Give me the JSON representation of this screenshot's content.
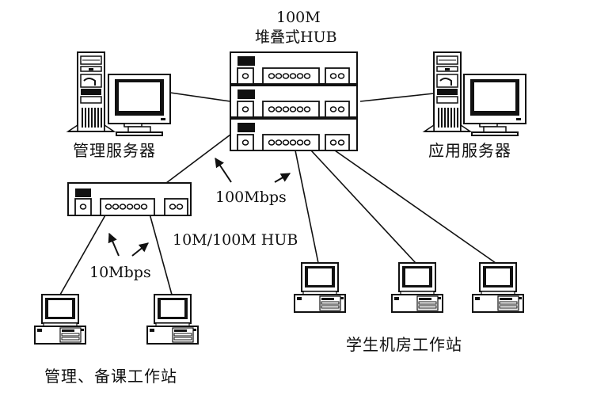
{
  "title": {
    "line1": "100M",
    "line2": "堆叠式HUB"
  },
  "nodes": {
    "mgmt_server": "管理服务器",
    "app_server": "应用服务器",
    "sub_hub": "10M/100M HUB",
    "admin_workstations": "管理、备课工作站",
    "student_workstations": "学生机房工作站"
  },
  "links": {
    "backbone_speed": "100Mbps",
    "edge_speed": "10Mbps"
  },
  "stacked_hub_units": 3,
  "colors": {
    "line": "#111111",
    "background": "#ffffff"
  }
}
